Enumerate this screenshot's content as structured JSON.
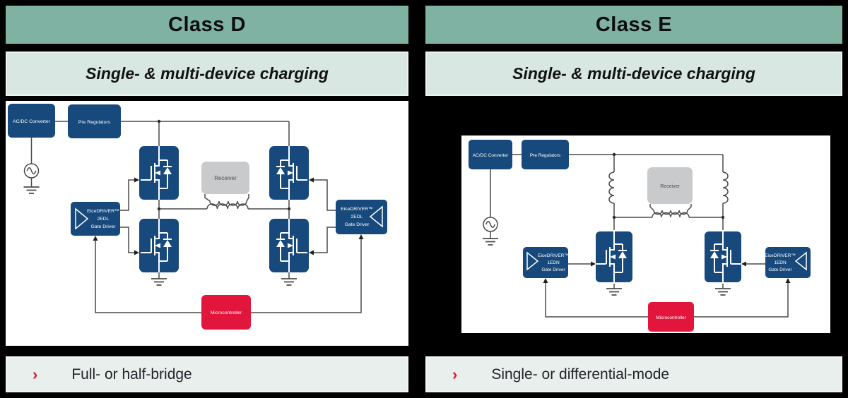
{
  "colors": {
    "background": "#000000",
    "header_bg": "#7fb2a3",
    "subheader_bg": "#d8e7e1",
    "bullet_bg": "#e9efec",
    "bullet_marker": "#d8143a",
    "block_navy": "#17497c",
    "block_red": "#e2153c",
    "receiver_gray": "#c9cacb",
    "wire": "#4a4a4a"
  },
  "panels": [
    {
      "title": "Class D",
      "subtitle": "Single- & multi-device charging",
      "bullet_marker": "›",
      "bullet": "Full- or half-bridge",
      "blocks": {
        "acdc": "AC/DC Converter",
        "prereg": "Pre Regulators",
        "receiver": "Receiver",
        "mcu": "Microcontroller",
        "driver": {
          "line1": "EiceDRIVER™",
          "line2": "2EDL",
          "line3": "Gate Driver"
        }
      }
    },
    {
      "title": "Class E",
      "subtitle": "Single- & multi-device charging",
      "bullet_marker": "›",
      "bullet": "Single- or differential-mode",
      "blocks": {
        "acdc": "AC/DC Converter",
        "prereg": "Pre Regulators",
        "receiver": "Receiver",
        "mcu": "Microcontroller",
        "driver": {
          "line1": "EiceDRIVER™",
          "line2": "1EDN",
          "line3": "Gate Driver"
        }
      }
    }
  ]
}
